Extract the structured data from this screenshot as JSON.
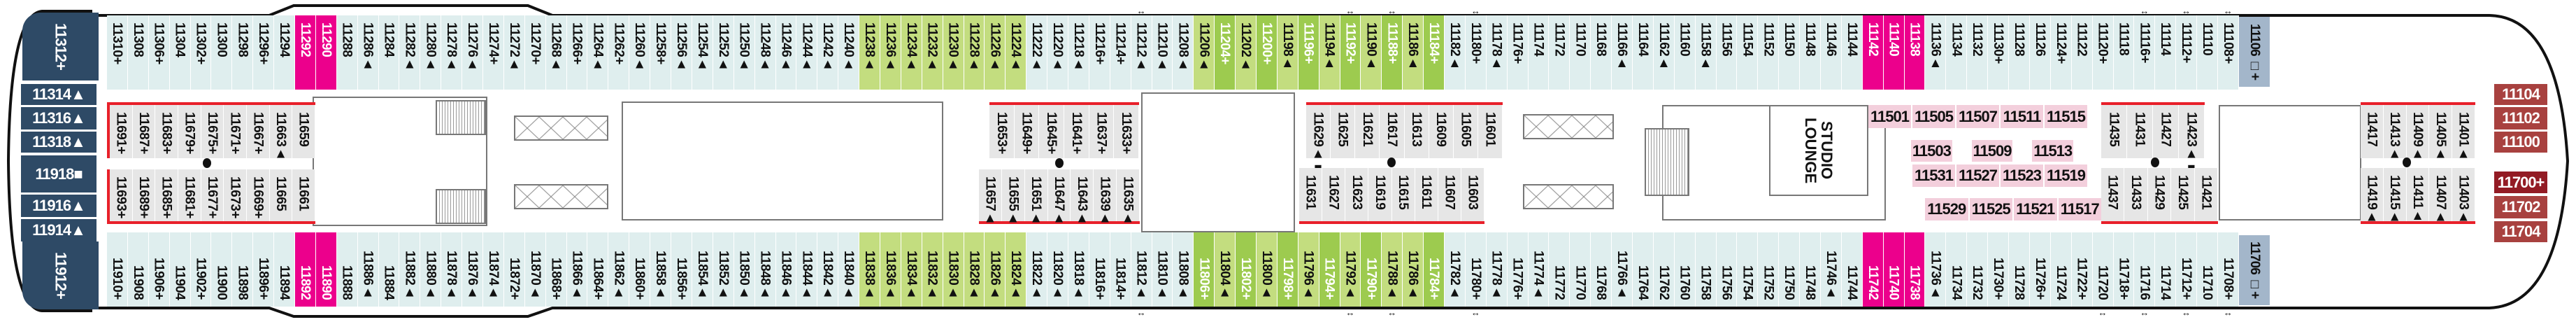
{
  "colors": {
    "standard": "#dfeeee",
    "pink": "#ec008c",
    "green_light": "#c3dd7f",
    "green_dark": "#9dcb4f",
    "suite_blue": "#2e4a66",
    "suite_red": "#a8413f",
    "studio": "#f3cfdc",
    "inside": "#e6e6e6",
    "accent_line": "#e8202a"
  },
  "suites": {
    "top_left": "11312+",
    "bottom_left": "11912+",
    "top_right": "11106 □+",
    "bottom_right": "11706 □+",
    "left_end": [
      "11314▲",
      "11316▲",
      "11318▲",
      "11918■",
      "11916▲",
      "11914▲"
    ],
    "right_end": [
      "11104",
      "11102",
      "11100",
      "11700+",
      "11702",
      "11704"
    ]
  },
  "top_row": [
    {
      "n": "11310+"
    },
    {
      "n": "11308"
    },
    {
      "n": "11306+"
    },
    {
      "n": "11304"
    },
    {
      "n": "11302+"
    },
    {
      "n": "11300"
    },
    {
      "n": "11298"
    },
    {
      "n": "11296+"
    },
    {
      "n": "11294"
    },
    {
      "n": "11292",
      "c": "p"
    },
    {
      "n": "11290",
      "c": "p"
    },
    {
      "n": "11288"
    },
    {
      "n": "11286▲"
    },
    {
      "n": "11284"
    },
    {
      "n": "11282▲"
    },
    {
      "n": "11280▲"
    },
    {
      "n": "11278▲"
    },
    {
      "n": "11276▲"
    },
    {
      "n": "11274+"
    },
    {
      "n": "11272▲"
    },
    {
      "n": "11270+"
    },
    {
      "n": "11268▲"
    },
    {
      "n": "11266+"
    },
    {
      "n": "11264▲"
    },
    {
      "n": "11262+"
    },
    {
      "n": "11260▲"
    },
    {
      "n": "11258+"
    },
    {
      "n": "11256▲"
    },
    {
      "n": "11254▲"
    },
    {
      "n": "11252▲"
    },
    {
      "n": "11250▲"
    },
    {
      "n": "11248▲"
    },
    {
      "n": "11246▲"
    },
    {
      "n": "11244▲"
    },
    {
      "n": "11242▲"
    },
    {
      "n": "11240▲"
    },
    {
      "n": "11238▲",
      "c": "g"
    },
    {
      "n": "11236▲",
      "c": "g"
    },
    {
      "n": "11234▲",
      "c": "g"
    },
    {
      "n": "11232▲",
      "c": "g"
    },
    {
      "n": "11230▲",
      "c": "g"
    },
    {
      "n": "11228▲",
      "c": "g"
    },
    {
      "n": "11226▲",
      "c": "g"
    },
    {
      "n": "11224▲",
      "c": "g"
    },
    {
      "n": "11222▲"
    },
    {
      "n": "11220▲"
    },
    {
      "n": "11218▲"
    },
    {
      "n": "11216+"
    },
    {
      "n": "11214+"
    },
    {
      "n": "11212▲",
      "x": 1
    },
    {
      "n": "11210▲"
    },
    {
      "n": "11208▲"
    },
    {
      "n": "11206▲",
      "c": "g"
    },
    {
      "n": "11204+",
      "c": "G"
    },
    {
      "n": "11202▲",
      "c": "g"
    },
    {
      "n": "11200+",
      "c": "G"
    },
    {
      "n": "11198▲",
      "c": "g"
    },
    {
      "n": "11196+",
      "c": "G"
    },
    {
      "n": "11194▲",
      "c": "g"
    },
    {
      "n": "11192+",
      "c": "G",
      "x": 1
    },
    {
      "n": "11190▲",
      "c": "g"
    },
    {
      "n": "11188+",
      "c": "G",
      "x": 1
    },
    {
      "n": "11186▲",
      "c": "g"
    },
    {
      "n": "11184+",
      "c": "G"
    },
    {
      "n": "11182▲"
    },
    {
      "n": "11180+",
      "x": 1
    },
    {
      "n": "11178▲"
    },
    {
      "n": "11176+"
    },
    {
      "n": "11174"
    },
    {
      "n": "11172"
    },
    {
      "n": "11170"
    },
    {
      "n": "11168"
    },
    {
      "n": "11166▲"
    },
    {
      "n": "11164"
    },
    {
      "n": "11162▲"
    },
    {
      "n": "11160"
    },
    {
      "n": "11158▲"
    },
    {
      "n": "11156"
    },
    {
      "n": "11154"
    },
    {
      "n": "11152"
    },
    {
      "n": "11150"
    },
    {
      "n": "11148"
    },
    {
      "n": "11146"
    },
    {
      "n": "11144"
    },
    {
      "n": "11142",
      "c": "p"
    },
    {
      "n": "11140",
      "c": "p"
    },
    {
      "n": "11138",
      "c": "p"
    },
    {
      "n": "11136▲"
    },
    {
      "n": "11134"
    },
    {
      "n": "11132"
    },
    {
      "n": "11130+"
    },
    {
      "n": "11128"
    },
    {
      "n": "11126"
    },
    {
      "n": "11124+"
    },
    {
      "n": "11122"
    },
    {
      "n": "11120+"
    },
    {
      "n": "11118"
    },
    {
      "n": "11116+",
      "x": 1
    },
    {
      "n": "11114"
    },
    {
      "n": "11112+",
      "x": 1
    },
    {
      "n": "11110"
    },
    {
      "n": "11108+",
      "x": 1
    }
  ],
  "bottom_row": [
    {
      "n": "11910+"
    },
    {
      "n": "11908"
    },
    {
      "n": "11906+"
    },
    {
      "n": "11904"
    },
    {
      "n": "11902+"
    },
    {
      "n": "11900"
    },
    {
      "n": "11898"
    },
    {
      "n": "11896+"
    },
    {
      "n": "11894"
    },
    {
      "n": "11892",
      "c": "p"
    },
    {
      "n": "11890",
      "c": "p"
    },
    {
      "n": "11888"
    },
    {
      "n": "11886▲"
    },
    {
      "n": "11884"
    },
    {
      "n": "11882▲"
    },
    {
      "n": "11880▲"
    },
    {
      "n": "11878▲"
    },
    {
      "n": "11876▲"
    },
    {
      "n": "11874▲"
    },
    {
      "n": "11872+"
    },
    {
      "n": "11870▲"
    },
    {
      "n": "11868+"
    },
    {
      "n": "11866▲"
    },
    {
      "n": "11864+"
    },
    {
      "n": "11862▲"
    },
    {
      "n": "11860+"
    },
    {
      "n": "11858▲"
    },
    {
      "n": "11856+"
    },
    {
      "n": "11854▲"
    },
    {
      "n": "11852▲"
    },
    {
      "n": "11850▲"
    },
    {
      "n": "11848▲"
    },
    {
      "n": "11846▲"
    },
    {
      "n": "11844▲"
    },
    {
      "n": "11842▲"
    },
    {
      "n": "11840▲"
    },
    {
      "n": "11838▲",
      "c": "g"
    },
    {
      "n": "11836▲",
      "c": "g"
    },
    {
      "n": "11834▲",
      "c": "g"
    },
    {
      "n": "11832▲",
      "c": "g"
    },
    {
      "n": "11830▲",
      "c": "g"
    },
    {
      "n": "11828▲",
      "c": "g"
    },
    {
      "n": "11826▲",
      "c": "g"
    },
    {
      "n": "11824▲",
      "c": "g"
    },
    {
      "n": "11822▲"
    },
    {
      "n": "11820▲"
    },
    {
      "n": "11818▲"
    },
    {
      "n": "11816+"
    },
    {
      "n": "11814+"
    },
    {
      "n": "11812▲",
      "x": 1
    },
    {
      "n": "11810▲"
    },
    {
      "n": "11808▲"
    },
    {
      "n": "11806+",
      "c": "G"
    },
    {
      "n": "11804▲",
      "c": "g"
    },
    {
      "n": "11802+",
      "c": "G"
    },
    {
      "n": "11800▲",
      "c": "g"
    },
    {
      "n": "11798+",
      "c": "G"
    },
    {
      "n": "11796▲",
      "c": "g"
    },
    {
      "n": "11794+",
      "c": "G"
    },
    {
      "n": "11792▲",
      "c": "g",
      "x": 1
    },
    {
      "n": "11790+",
      "c": "G"
    },
    {
      "n": "11788▲",
      "c": "g",
      "x": 1
    },
    {
      "n": "11786▲",
      "c": "g"
    },
    {
      "n": "11784+",
      "c": "G"
    },
    {
      "n": "11782▲"
    },
    {
      "n": "11780+",
      "x": 1
    },
    {
      "n": "11778▲"
    },
    {
      "n": "11776+"
    },
    {
      "n": "11774▲"
    },
    {
      "n": "11772"
    },
    {
      "n": "11770"
    },
    {
      "n": "11768"
    },
    {
      "n": "11766▲"
    },
    {
      "n": "11764"
    },
    {
      "n": "11762"
    },
    {
      "n": "11760"
    },
    {
      "n": "11758"
    },
    {
      "n": "11756"
    },
    {
      "n": "11754"
    },
    {
      "n": "11752"
    },
    {
      "n": "11750"
    },
    {
      "n": "11748"
    },
    {
      "n": "11746▲"
    },
    {
      "n": "11744"
    },
    {
      "n": "11742",
      "c": "p"
    },
    {
      "n": "11740",
      "c": "p"
    },
    {
      "n": "11738",
      "c": "p"
    },
    {
      "n": "11736▲"
    },
    {
      "n": "11734"
    },
    {
      "n": "11732"
    },
    {
      "n": "11730+"
    },
    {
      "n": "11728"
    },
    {
      "n": "11726+"
    },
    {
      "n": "11724"
    },
    {
      "n": "11722+"
    },
    {
      "n": "11720",
      "x": 1
    },
    {
      "n": "11718+"
    },
    {
      "n": "11716",
      "x": 1
    },
    {
      "n": "11714"
    },
    {
      "n": "11712+",
      "x": 1
    },
    {
      "n": "11710"
    },
    {
      "n": "11708+",
      "x": 1
    }
  ],
  "inside_blocks": {
    "b1_top": [
      "11691+",
      "11687+",
      "11683+",
      "11679+",
      "11675+",
      "11671+",
      "11667+",
      "11663▲",
      "11659"
    ],
    "b1_bot": [
      "11693+",
      "11689+",
      "11685+",
      "11681+",
      "11677+",
      "11673+",
      "11669+",
      "11665",
      "11661"
    ],
    "b2_top": [
      "11653+",
      "11649+",
      "11645+",
      "11641+",
      "11637+",
      "11633+"
    ],
    "b2_bot": [
      "11657▲",
      "11655▲",
      "11651▲",
      "11647▲",
      "11643▲",
      "11639▲",
      "11635▲"
    ],
    "b3_top": [
      "11629▲■",
      "11625",
      "11621",
      "11617",
      "11613",
      "11609",
      "11605",
      "11601"
    ],
    "b3_bot": [
      "11631",
      "11627",
      "11623",
      "11619",
      "11615",
      "11611",
      "11607",
      "11603"
    ],
    "b4_top": [
      "11435",
      "11431",
      "11427",
      "11423▲■"
    ],
    "b4_bot": [
      "11437",
      "11433",
      "11429",
      "11425",
      "11421"
    ],
    "b5_top": [
      "11417",
      "11413▲",
      "11409▲",
      "11405▲",
      "11401▲"
    ],
    "b5_bot": [
      "11419▲",
      "11415▲",
      "11411▲",
      "11407▲",
      "11403▲"
    ]
  },
  "studios": {
    "row1": [
      "11501",
      "11505",
      "11507",
      "11511",
      "11515"
    ],
    "row2": [
      "11503",
      "11509",
      "11513"
    ],
    "row3": [
      "11531",
      "11527",
      "11523",
      "11519"
    ],
    "row4": [
      "11529",
      "11525",
      "11521",
      "11517"
    ]
  },
  "lounge": {
    "line1": "STUDIO",
    "line2": "LOUNGE"
  }
}
